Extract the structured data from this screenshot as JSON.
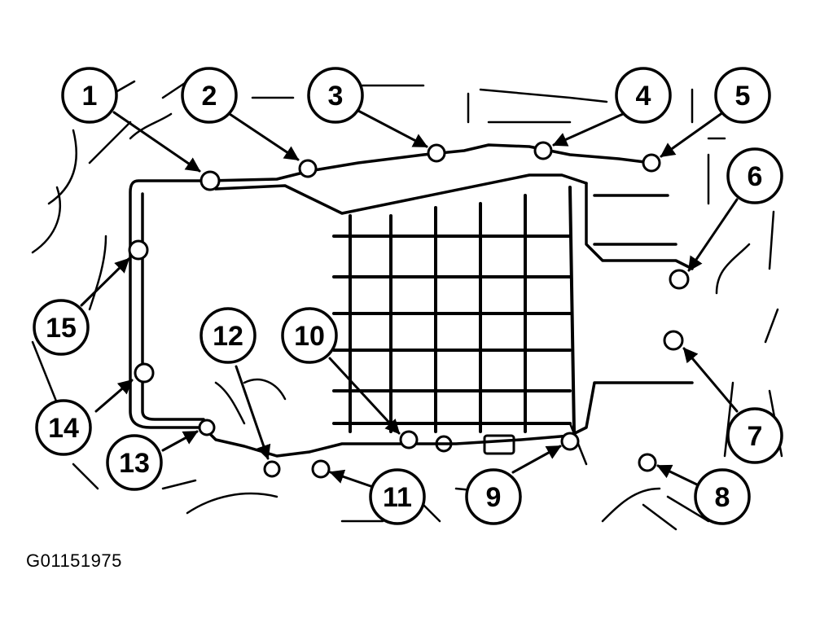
{
  "figure_id": "G01151975",
  "callouts": [
    "1",
    "2",
    "3",
    "4",
    "5",
    "6",
    "7",
    "8",
    "9",
    "10",
    "11",
    "12",
    "13",
    "14",
    "15"
  ],
  "colors": {
    "ink": "#000000",
    "paper": "#ffffff"
  }
}
